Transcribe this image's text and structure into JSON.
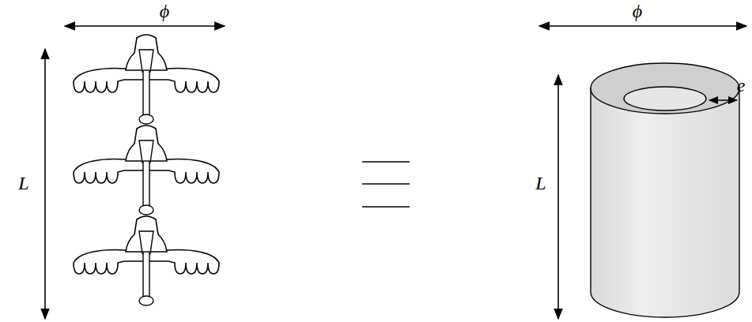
{
  "diagram": {
    "labels": [
      "ϕ",
      "L",
      "ϕ",
      "L",
      "e"
    ]
  }
}
